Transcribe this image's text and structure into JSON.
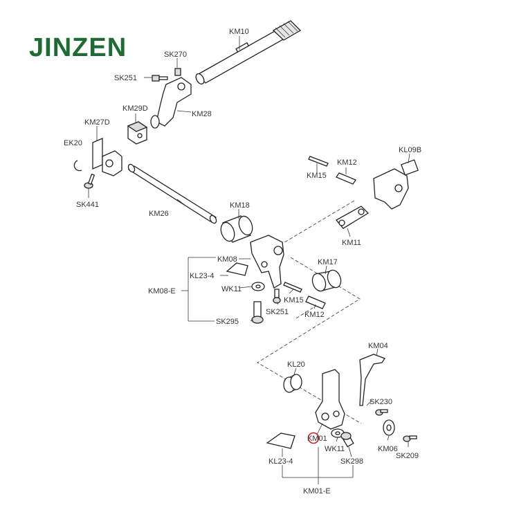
{
  "brand": {
    "text": "JINZEN",
    "color": "#1e6b34"
  },
  "highlight": {
    "label": "KM01",
    "ring_color": "#cc2222"
  },
  "labels": {
    "km10": "KM10",
    "sk270": "SK270",
    "sk251_top": "SK251",
    "km29d": "KM29D",
    "km28": "KM28",
    "km27d": "KM27D",
    "ek20": "EK20",
    "sk441": "SK441",
    "km26": "KM26",
    "km18": "KM18",
    "kl09b": "KL09B",
    "km12_top": "KM12",
    "km15_top": "KM15",
    "km11": "KM11",
    "km08": "KM08",
    "kl23_4_top": "KL23-4",
    "wk11_top": "WK11",
    "km08_e": "KM08-E",
    "sk295": "SK295",
    "km15_mid": "KM15",
    "sk251_mid": "SK251",
    "km17": "KM17",
    "km12_mid": "KM12",
    "km04": "KM04",
    "kl20": "KL20",
    "sk230": "SK230",
    "km01": "KM01",
    "wk11_bot": "WK11",
    "sk298": "SK298",
    "km06": "KM06",
    "sk209": "SK209",
    "kl23_4_bot": "KL23-4",
    "km01_e": "KM01-E"
  }
}
